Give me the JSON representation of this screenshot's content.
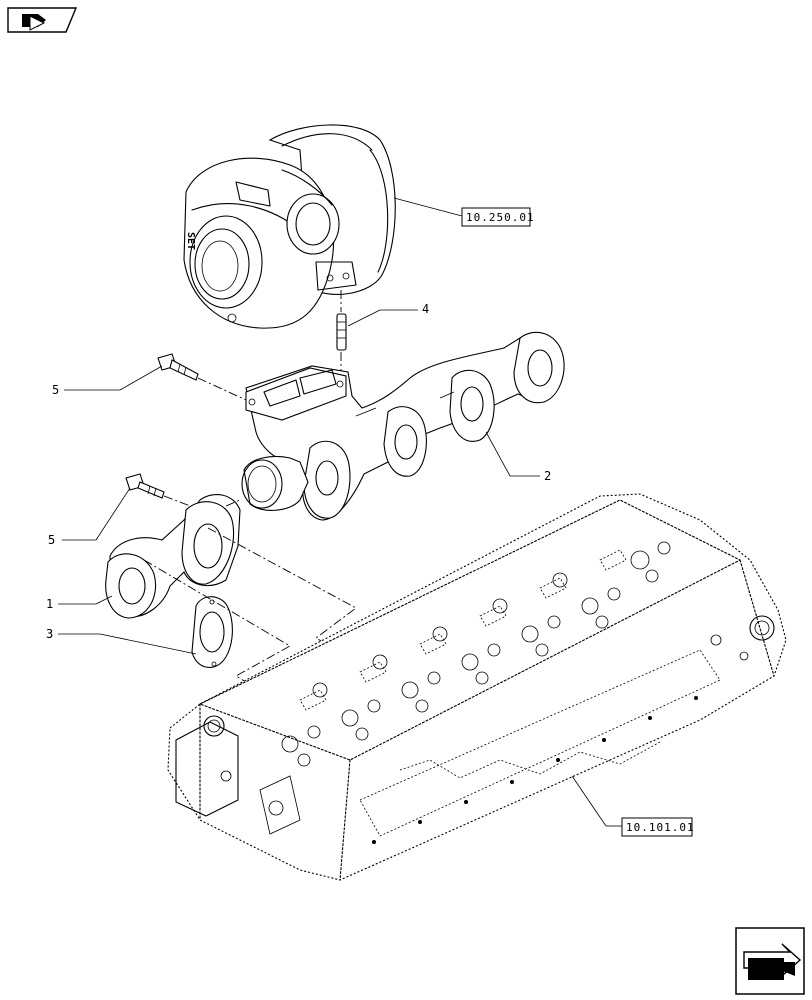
{
  "callouts": {
    "c1": "1",
    "c2": "2",
    "c3": "3",
    "c4": "4",
    "c5a": "5",
    "c5b": "5"
  },
  "references": {
    "turbocharger": "10.250.01",
    "cylinder_head": "10.101.01"
  },
  "icons": {
    "top_left": "previous-section-icon",
    "bottom_right": "next-page-arrow-icon"
  }
}
